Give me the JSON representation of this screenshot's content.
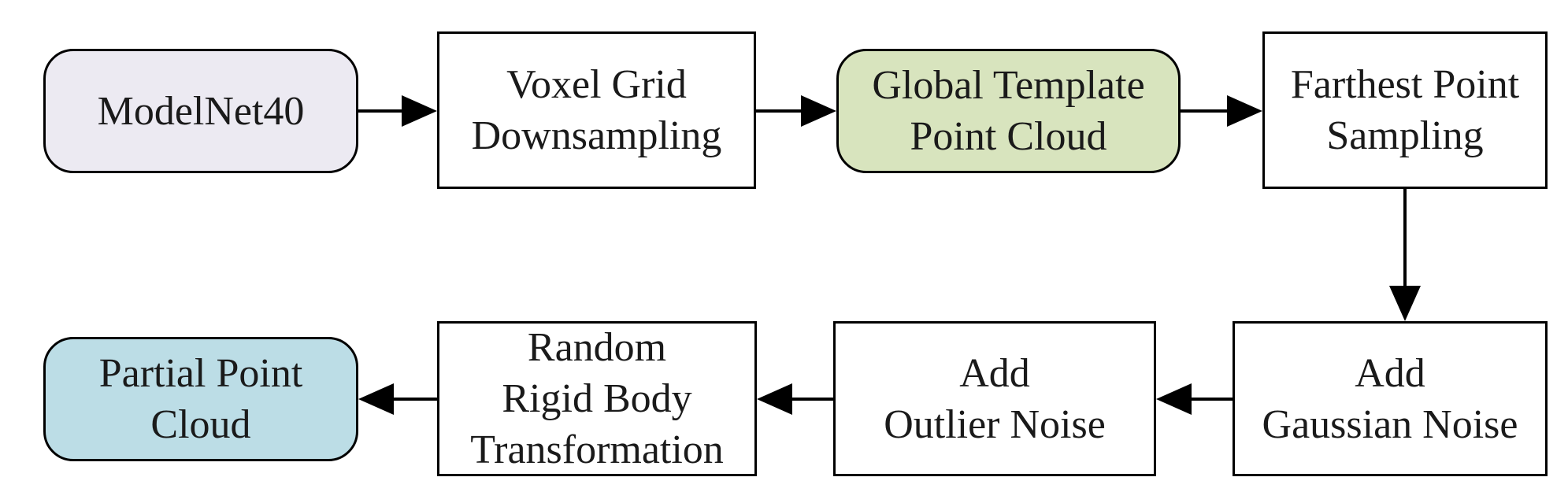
{
  "diagram": {
    "nodes": {
      "modelnet40": "ModelNet40",
      "voxel_grid_l1": "Voxel Grid",
      "voxel_grid_l2": "Downsampling",
      "global_template_l1": "Global Template",
      "global_template_l2": "Point Cloud",
      "fps_l1": "Farthest Point",
      "fps_l2": "Sampling",
      "gaussian_l1": "Add",
      "gaussian_l2": "Gaussian Noise",
      "outlier_l1": "Add",
      "outlier_l2": "Outlier Noise",
      "rigid_l1": "Random",
      "rigid_l2": "Rigid Body",
      "rigid_l3": "Transformation",
      "partial_l1": "Partial Point",
      "partial_l2": "Cloud"
    },
    "colors": {
      "modelnet40_fill": "#ECEAF2",
      "global_template_fill": "#D8E4BE",
      "partial_fill": "#BCDDE6",
      "stroke": "#000000"
    },
    "edges": [
      {
        "from": "ModelNet40",
        "to": "Voxel Grid Downsampling"
      },
      {
        "from": "Voxel Grid Downsampling",
        "to": "Global Template Point Cloud"
      },
      {
        "from": "Global Template Point Cloud",
        "to": "Farthest Point Sampling"
      },
      {
        "from": "Farthest Point Sampling",
        "to": "Add Gaussian Noise"
      },
      {
        "from": "Add Gaussian Noise",
        "to": "Add Outlier Noise"
      },
      {
        "from": "Add Outlier Noise",
        "to": "Random Rigid Body Transformation"
      },
      {
        "from": "Random Rigid Body Transformation",
        "to": "Partial Point Cloud"
      }
    ]
  }
}
